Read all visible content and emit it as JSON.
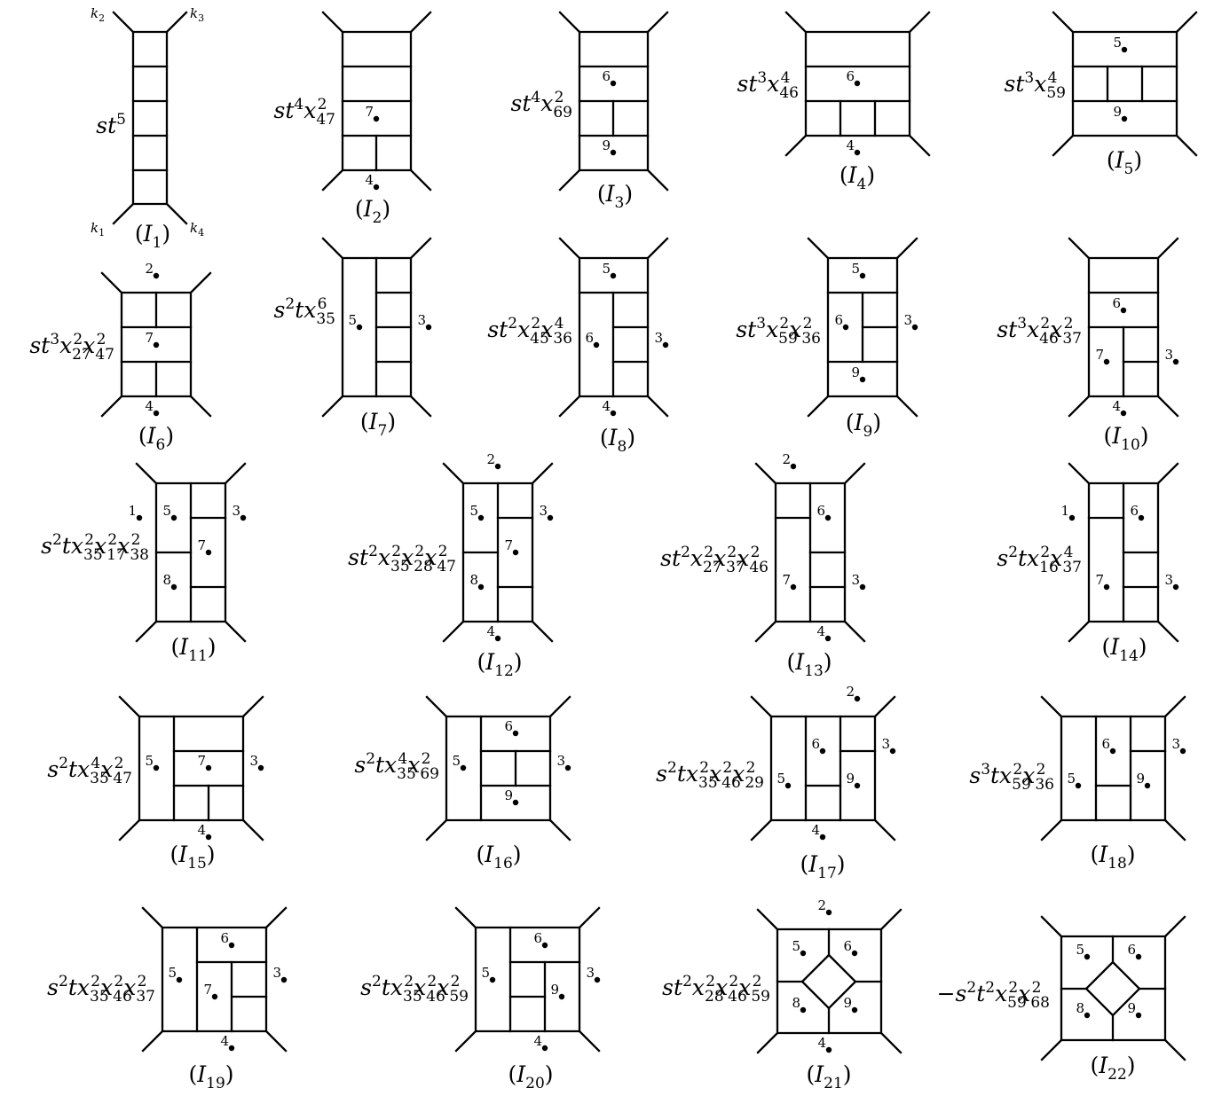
{
  "diagrams": [
    {
      "coef": "st^5",
      "label": "I1",
      "momenta": [
        "k_2",
        "k_3",
        "k_1",
        "k_4"
      ],
      "points": []
    },
    {
      "coef": "st^4x_{47}^2",
      "label": "I2",
      "points": [
        "7",
        "4"
      ]
    },
    {
      "coef": "st^4x_{69}^2",
      "label": "I3",
      "points": [
        "6",
        "9"
      ]
    },
    {
      "coef": "st^3x_{46}^4",
      "label": "I4",
      "points": [
        "6",
        "4"
      ]
    },
    {
      "coef": "st^3x_{59}^4",
      "label": "I5",
      "points": [
        "5",
        "9"
      ]
    },
    {
      "coef": "st^3x_{27}^2x_{47}^2",
      "label": "I6",
      "points": [
        "2",
        "7",
        "4"
      ]
    },
    {
      "coef": "s^2tx_{35}^6",
      "label": "I7",
      "points": [
        "5",
        "3"
      ]
    },
    {
      "coef": "st^2x_{45}^2x_{36}^4",
      "label": "I8",
      "points": [
        "5",
        "6",
        "3",
        "4"
      ]
    },
    {
      "coef": "st^3x_{59}^2x_{36}^2",
      "label": "I9",
      "points": [
        "5",
        "6",
        "3",
        "9"
      ]
    },
    {
      "coef": "st^3x_{46}^2x_{37}^2",
      "label": "I10",
      "points": [
        "6",
        "7",
        "3",
        "4"
      ]
    },
    {
      "coef": "s^2tx_{35}^2x_{17}^2x_{38}^2",
      "label": "I11",
      "points": [
        "1",
        "5",
        "3",
        "7",
        "8"
      ]
    },
    {
      "coef": "st^2x_{35}^2x_{28}^2x_{47}^2",
      "label": "I12",
      "points": [
        "2",
        "5",
        "3",
        "7",
        "8",
        "4"
      ]
    },
    {
      "coef": "st^2x_{27}^2x_{37}^2x_{46}^2",
      "label": "I13",
      "points": [
        "2",
        "6",
        "7",
        "3",
        "4"
      ]
    },
    {
      "coef": "s^2tx_{16}^2x_{37}^4",
      "label": "I14",
      "points": [
        "1",
        "6",
        "7",
        "3"
      ]
    },
    {
      "coef": "s^2tx_{35}^4x_{47}^2",
      "label": "I15",
      "points": [
        "5",
        "7",
        "3",
        "4"
      ]
    },
    {
      "coef": "s^2tx_{35}^4x_{69}^2",
      "label": "I16",
      "points": [
        "6",
        "5",
        "3",
        "9"
      ]
    },
    {
      "coef": "s^2tx_{35}^2x_{46}^2x_{29}^2",
      "label": "I17",
      "points": [
        "2",
        "6",
        "3",
        "5",
        "9",
        "4"
      ]
    },
    {
      "coef": "s^3tx_{59}^2x_{36}^2",
      "label": "I18",
      "points": [
        "6",
        "3",
        "5",
        "9"
      ]
    },
    {
      "coef": "s^2tx_{35}^2x_{46}^2x_{37}^2",
      "label": "I19",
      "points": [
        "6",
        "5",
        "3",
        "7",
        "4"
      ]
    },
    {
      "coef": "s^2tx_{35}^2x_{46}^2x_{59}^2",
      "label": "I20",
      "points": [
        "6",
        "5",
        "3",
        "9",
        "4"
      ]
    },
    {
      "coef": "st^2x_{28}^2x_{46}^2x_{59}^2",
      "label": "I21",
      "points": [
        "2",
        "5",
        "6",
        "8",
        "9",
        "4"
      ]
    },
    {
      "coef": "-s^2t^2x_{59}^2x_{68}^2",
      "label": "I22",
      "points": [
        "5",
        "6",
        "8",
        "9"
      ]
    }
  ]
}
